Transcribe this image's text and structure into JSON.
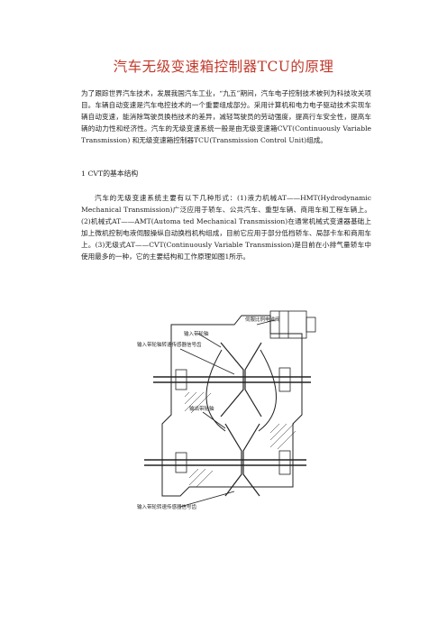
{
  "document": {
    "title": "汽车无级变速箱控制器TCU的原理",
    "intro": "为了跟踪世界汽车技术，发展我国汽车工业，“九五”期间，汽车电子控制技术被列为科技攻关项目。车辆自动变速是汽车电控技术的一个重要组成部分。采用计算机和电力电子驱动技术实现车辆自动变速，能消除驾驶员换档技术的差异，减轻驾驶员的劳动强度，提高行车安全性，提高车辆的动力性和经济性。汽车的无级变速系统一般是由无级变速箱CVT(Continuously Variable Transmission) 和无级变速箱控制器TCU(Transmission Control Unit)组成。",
    "section_heading": "1 CVT的基本结构",
    "body": "汽车的无级变速系统主要有以下几种形式：(1)液力机械AT——HMT(Hydrodynamic Mechanical Transmission)广泛应用于轿车、公共汽车、重型车辆、商用车和工程车辆上。(2)机械式AT——AMT(Automa ted Mechanical Transmission)在通常机械式变速器基础上加上微机控制电液伺服操纵自动换档机构组成，目前它应用于部分低档轿车、局部卡车和商用车上。(3)无级式AT——CVT(Continuously Variable Transmission)是目前在小排气量轿车中使用最多的一种，它的主要结构和工作原理如图1所示。"
  },
  "figure": {
    "labels": {
      "motor": "伺服比例电磁阀",
      "input_shaft": "输入带轮轴",
      "input_sensor": "输入带轮轴转速传感器信号齿",
      "output_shaft": "输出带轮轴",
      "output_sensor": "输入带轮转速传感器信号齿"
    }
  }
}
